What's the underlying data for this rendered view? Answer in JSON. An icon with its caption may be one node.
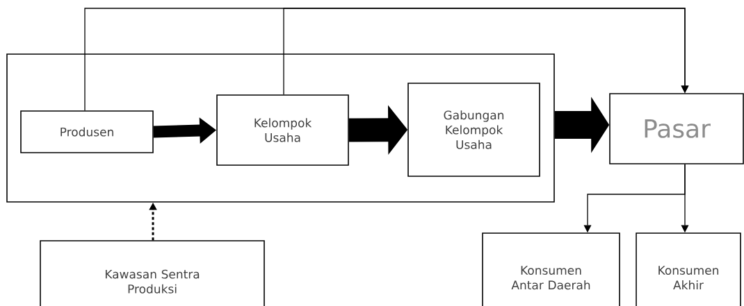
{
  "diagram": {
    "nodes": [
      {
        "text": [],
        "shape": "box"
      },
      {
        "text": [
          "Produsen"
        ],
        "in": 0
      },
      {
        "text": [
          "Kelompok Usaha"
        ],
        "in": 0
      },
      {
        "text": [
          "Gabungan Kelompok Usaha"
        ],
        "in": 0
      },
      {
        "text": [
          "Pasar"
        ]
      },
      {
        "text": [
          "Kawasan Sentra Produksi"
        ]
      },
      {
        "text": [
          "Konsumen Antar Daerah"
        ]
      },
      {
        "text": [
          "Konsumen Akhir"
        ]
      }
    ],
    "edges": [
      {
        "from": 1,
        "to": 4,
        "arrow": "to"
      },
      {
        "from": 2,
        "to": 4,
        "arrow": "to"
      },
      {
        "from": 1,
        "to": 2,
        "arrow": "to",
        "style": "thick"
      },
      {
        "from": 2,
        "to": 3,
        "arrow": "to",
        "style": "thick"
      },
      {
        "from": 0,
        "to": 4,
        "arrow": "to",
        "style": "thick"
      },
      {
        "from": 5,
        "to": 0,
        "arrow": "to",
        "style": "dashed"
      },
      {
        "from": 4,
        "to": 6,
        "arrow": "to"
      },
      {
        "from": 4,
        "to": 7,
        "arrow": "to"
      }
    ]
  }
}
